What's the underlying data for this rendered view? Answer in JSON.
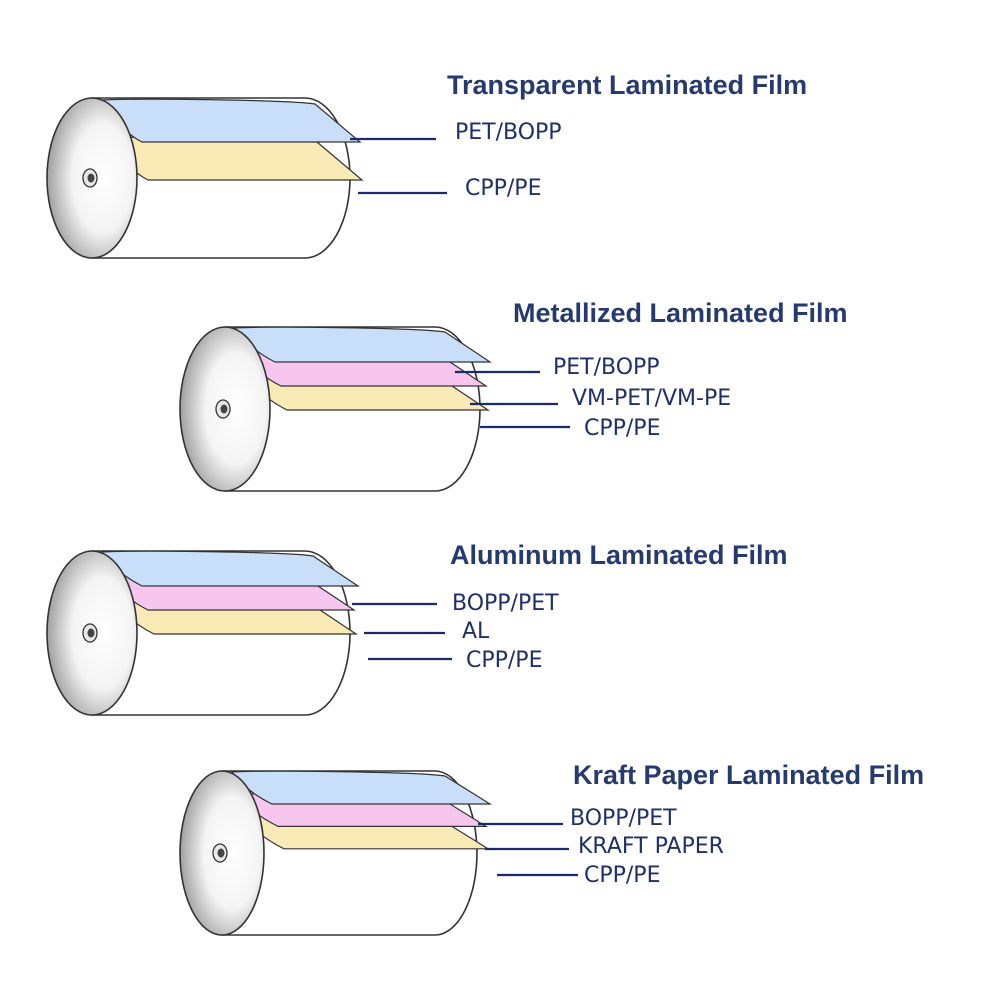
{
  "colors": {
    "title": "#253a6e",
    "label": "#1f2f68",
    "leader_line": "#1c2a6b",
    "layer_blue": "#c9def8",
    "layer_pink": "#f6c6ef",
    "layer_yellow": "#faeab5",
    "roll_white": "#ffffff",
    "roll_shadow": "#2a2a2a",
    "outline": "#333333"
  },
  "figures": [
    {
      "title": "Transparent Laminated Film",
      "layers": [
        {
          "label": "PET/BOPP",
          "color": "blue"
        },
        {
          "label": "CPP/PE",
          "color": "yellow"
        }
      ]
    },
    {
      "title": "Metallized Laminated Film",
      "layers": [
        {
          "label": "PET/BOPP",
          "color": "blue"
        },
        {
          "label": "VM-PET/VM-PE",
          "color": "pink"
        },
        {
          "label": "CPP/PE",
          "color": "yellow"
        }
      ]
    },
    {
      "title": "Aluminum Laminated Film",
      "layers": [
        {
          "label": "BOPP/PET",
          "color": "blue"
        },
        {
          "label": "AL",
          "color": "pink"
        },
        {
          "label": "CPP/PE",
          "color": "yellow"
        }
      ]
    },
    {
      "title": "Kraft Paper Laminated Film",
      "layers": [
        {
          "label": "BOPP/PET",
          "color": "blue"
        },
        {
          "label": "KRAFT PAPER",
          "color": "pink"
        },
        {
          "label": "CPP/PE",
          "color": "yellow"
        }
      ]
    }
  ]
}
